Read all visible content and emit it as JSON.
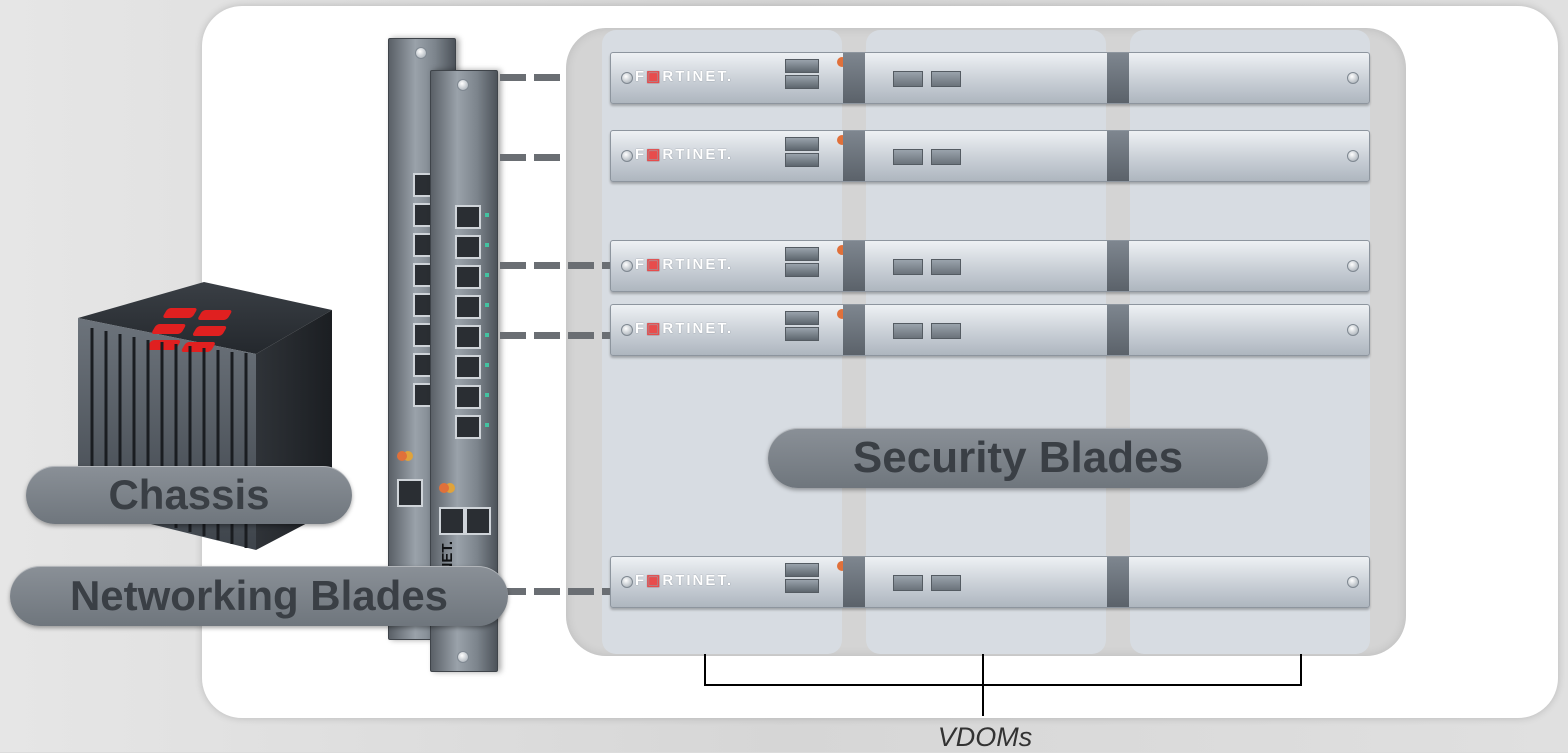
{
  "labels": {
    "chassis": "Chassis",
    "networking_blades": "Networking Blades",
    "security_blades": "Security Blades",
    "vdoms": "VDOMs"
  },
  "blade_brand": {
    "prefix": "F",
    "mark": "▣",
    "suffix": "RTINET."
  },
  "network_blade_brand": "FTINET.",
  "colors": {
    "brand_red": "#e84c4c",
    "pill_gray": "#7a8087",
    "port_led": "#43c2a0"
  },
  "icons": {
    "chassis": "chassis-appliance-icon",
    "network_blade": "network-blade-icon",
    "security_blade": "security-blade-icon"
  }
}
